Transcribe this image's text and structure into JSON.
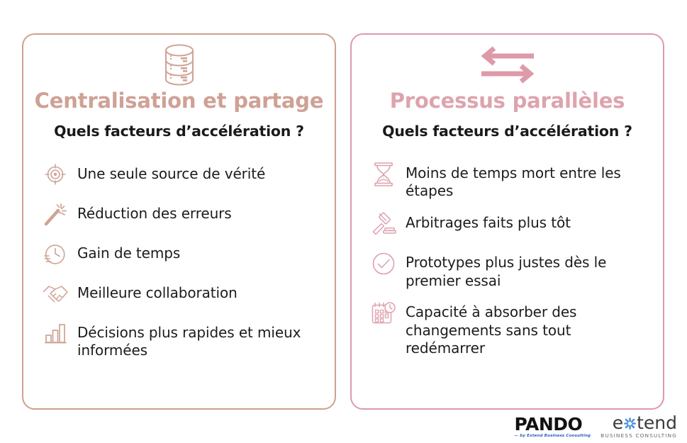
{
  "background_color": "#ffffff",
  "cards": [
    {
      "id": "centralisation",
      "header_icon": "database-icon",
      "border_color": "#cfa08d",
      "title_color": "#cfa195",
      "title": "Centralisation et partage",
      "subtitle": "Quels facteurs d’accélération ?",
      "items": [
        {
          "icon": "target-icon",
          "text": "Une seule source de vérité"
        },
        {
          "icon": "magic-wand-icon",
          "text": "Réduction des erreurs"
        },
        {
          "icon": "clock-icon",
          "text": "Gain de temps"
        },
        {
          "icon": "handshake-icon",
          "text": "Meilleure collaboration"
        },
        {
          "icon": "bar-chart-icon",
          "text": "Décisions plus rapides et mieux informées"
        }
      ]
    },
    {
      "id": "processus-paralleles",
      "header_icon": "two-way-arrows-icon",
      "border_color": "#dd9aa9",
      "title_color": "#dda4ad",
      "title": "Processus parallèles",
      "subtitle": "Quels facteurs d’accélération ?",
      "items": [
        {
          "icon": "hourglass-icon",
          "text": "Moins de temps mort entre les étapes"
        },
        {
          "icon": "gavel-icon",
          "text": " Arbitrages faits plus tôt"
        },
        {
          "icon": "check-circle-icon",
          "text": "Prototypes plus justes dès le premier essai"
        },
        {
          "icon": "calendar-clock-icon",
          "text": "Capacité à absorber des changements sans tout redémarrer"
        }
      ]
    }
  ],
  "footer": {
    "pando": {
      "wordmark": "PANDO",
      "tagline": "— by Extend Business Consulting",
      "tagline_color": "#2f5fbf"
    },
    "extend": {
      "word_prefix": "e",
      "word_suffix": "tend",
      "star_icon": "extend-star-icon",
      "star_color": "#4a90d9",
      "tagline": "BUSINESS CONSULTING"
    }
  }
}
